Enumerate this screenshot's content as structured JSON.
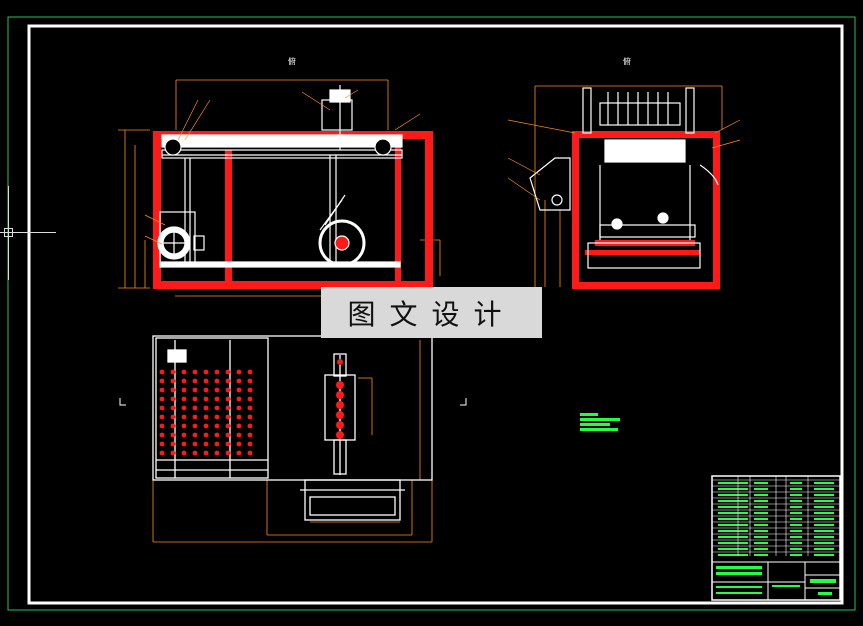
{
  "watermark": {
    "text": "图文设计"
  },
  "views": {
    "front_label": "俯",
    "side_label": "俯"
  },
  "colors": {
    "background": "#000000",
    "frame": "#ffffff",
    "outer_border": "#22c55e",
    "structure": "#ff1a1a",
    "dimension": "#ff8c1a",
    "annotation": "#22ff44"
  }
}
